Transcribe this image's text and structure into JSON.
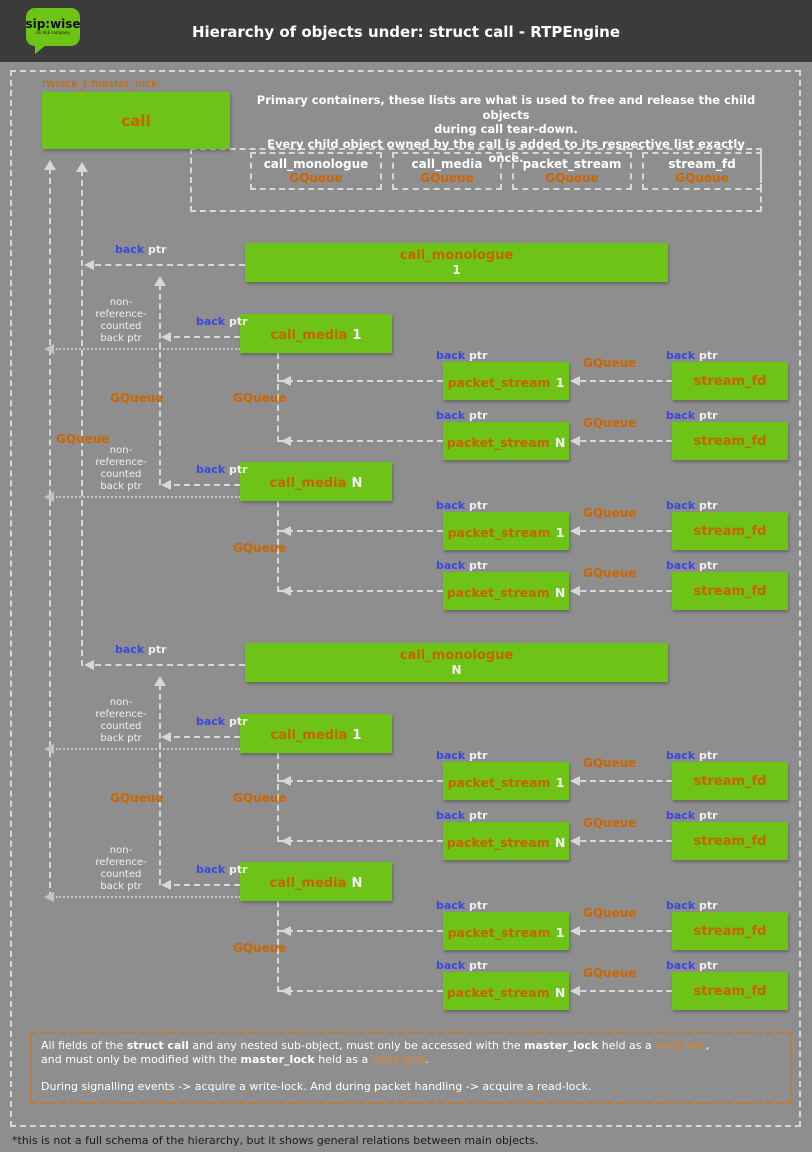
{
  "colors": {
    "green": "#6ec317",
    "orange": "#cc6600",
    "blue": "#3747e0",
    "line": "#d8d8d8",
    "header_bg": "#3b3b3b",
    "page_bg": "#8e8e8e"
  },
  "header": {
    "title": "Hierarchy of objects under: struct call - RTPEngine",
    "logo_main": "sip:wise",
    "logo_sub": "an ALE company"
  },
  "intro": {
    "l1": "Primary containers, these lists are what is used to free and release the child objects",
    "l2": "during call tear-down.",
    "l3": "Every child object owned by the call is added to its respective list exactly once."
  },
  "labels": {
    "master_lock": "rwlock_t master_lock",
    "call": "call",
    "back": "back",
    "ptr": "ptr",
    "gqueue": "GQueue",
    "nonref": [
      "non-",
      "reference-",
      "counted",
      "back ptr"
    ]
  },
  "containers": [
    {
      "name": "call_monologue",
      "type": "GQueue"
    },
    {
      "name": "call_media",
      "type": "GQueue"
    },
    {
      "name": "packet_stream",
      "type": "GQueue"
    },
    {
      "name": "stream_fd",
      "type": "GQueue"
    }
  ],
  "tree": {
    "top": {
      "mono": {
        "name": "call_monologue",
        "num": "1"
      },
      "media": [
        {
          "name": "call_media",
          "num": "1"
        },
        {
          "name": "call_media",
          "num": "N"
        }
      ],
      "rows": [
        {
          "ps": "packet_stream",
          "num": "1",
          "sf": "stream_fd"
        },
        {
          "ps": "packet_stream",
          "num": "N",
          "sf": "stream_fd"
        },
        {
          "ps": "packet_stream",
          "num": "1",
          "sf": "stream_fd"
        },
        {
          "ps": "packet_stream",
          "num": "N",
          "sf": "stream_fd"
        }
      ]
    },
    "bottom": {
      "mono": {
        "name": "call_monologue",
        "num": "N"
      },
      "media": [
        {
          "name": "call_media",
          "num": "1"
        },
        {
          "name": "call_media",
          "num": "N"
        }
      ],
      "rows": [
        {
          "ps": "packet_stream",
          "num": "1",
          "sf": "stream_fd"
        },
        {
          "ps": "packet_stream",
          "num": "N",
          "sf": "stream_fd"
        },
        {
          "ps": "packet_stream",
          "num": "1",
          "sf": "stream_fd"
        },
        {
          "ps": "packet_stream",
          "num": "N",
          "sf": "stream_fd"
        }
      ]
    }
  },
  "note": {
    "l1a": "All fields of the ",
    "l1b": "struct call",
    "l1c": " and any nested sub-object, must only be accessed with the ",
    "l1d": "master_lock",
    "l1e": " held as a ",
    "l1f": "read lock",
    "l1g": ",",
    "l2a": "and must only be modified with the ",
    "l2b": "master_lock",
    "l2c": " held as a ",
    "l2d": "write lock",
    "l2e": ".",
    "l3": "During signalling events -> acquire a write-lock. And during packet handling -> acquire a read-lock."
  },
  "footnote": "*this is not a full schema of the hierarchy, but it shows general relations between main objects."
}
